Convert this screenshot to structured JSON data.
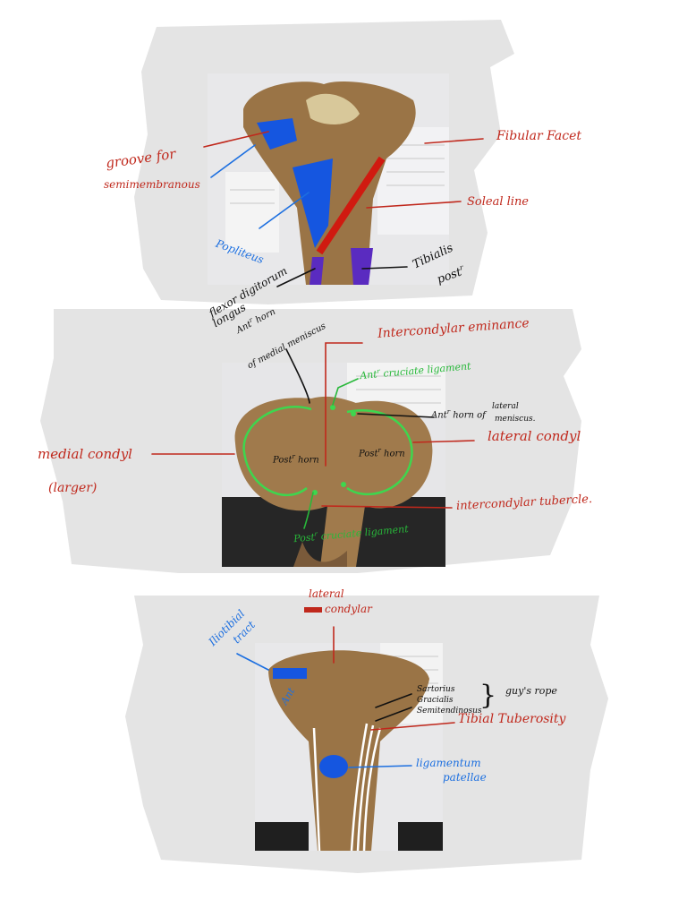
{
  "colors": {
    "annotation_red": "#c0281c",
    "annotation_blue": "#1c6fe0",
    "annotation_green": "#28b83a",
    "annotation_black": "#111111",
    "bone": "#9a7446",
    "highlight_blue": "#1556e0",
    "highlight_purple": "#5a2bc0",
    "background_scribble": "#e4e4e4"
  },
  "panel1": {
    "groove_line1": "groove for",
    "groove_line2": "semimembranous",
    "fibular_facet": "Fibular Facet",
    "soleal_line": "Soleal line",
    "popliteus": "Popliteus",
    "tibialis_line1": "Tibialis",
    "tibialis_line2": "post",
    "tibialis_sup": "r",
    "flexor_line1": "flexor digitorum",
    "flexor_line2": "longus"
  },
  "panel2": {
    "ant_horn_medial_line1": "Ant",
    "ant_horn_medial_sup": "r",
    "ant_horn_medial_line1b": "horn",
    "ant_horn_medial_line2": "of medial meniscus",
    "intercondylar_eminence": "Intercondylar eminance",
    "ant_cruciate": "Ant",
    "ant_cruciate_sup": "r",
    "ant_cruciate_rest": "cruciate ligament",
    "ant_horn_lateral_line1": "Ant",
    "ant_horn_lateral_sup": "r",
    "ant_horn_lateral_line1b": "horn of",
    "ant_horn_lateral_line2a": "lateral",
    "ant_horn_lateral_line2b": "meniscus.",
    "medial_condyl": "medial condyl",
    "larger": "(larger)",
    "lateral_condyl": "lateral condyl",
    "post_horn_left": "Post",
    "post_horn_left_sup": "r",
    "post_horn_left_rest": "horn",
    "post_horn_right": "Post",
    "post_horn_right_sup": "r",
    "post_horn_right_rest": "horn",
    "intercondylar_tubercle": "intercondylar tubercle.",
    "post_cruciate": "Post",
    "post_cruciate_sup": "r",
    "post_cruciate_rest": "cruciate ligament"
  },
  "panel3": {
    "lateral_condylar_line1": "lateral",
    "lateral_condylar_line2": "condylar",
    "iliotibial_line1": "Iliotibial",
    "iliotibial_line2": "tract",
    "ant_label": "Ant",
    "sartorius": "Sartorius",
    "gracialis": "Gracialis",
    "semitendinosus": "Semitendinosus",
    "guys_rope": "guy's rope",
    "tibial_tuberosity": "Tibial Tuberosity",
    "lig_patellae_line1": "ligamentum",
    "lig_patellae_line2": "patellae"
  }
}
